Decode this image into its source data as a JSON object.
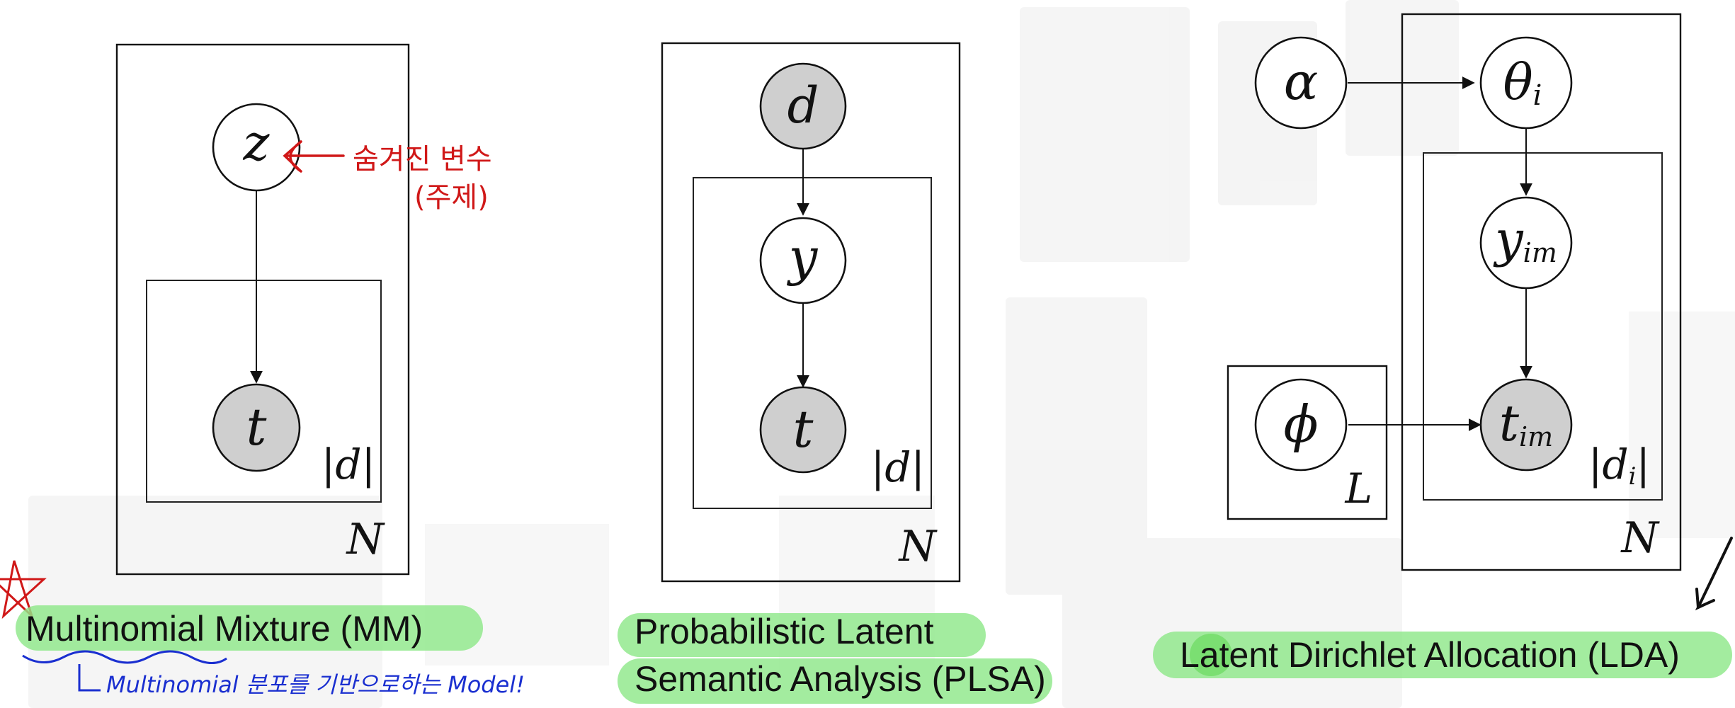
{
  "diagrams": {
    "mm": {
      "nodes": {
        "z": "z",
        "t": "t"
      },
      "plates": {
        "inner": "|d|",
        "outer": "N"
      },
      "caption": "Multinomial Mixture (MM)",
      "annotation_red_1": "숨겨진 변수",
      "annotation_red_2": "(주제)",
      "annotation_blue": "Multinomial 분포를 기반으로하는 Model!"
    },
    "plsa": {
      "nodes": {
        "d": "d",
        "y": "y",
        "t": "t"
      },
      "plates": {
        "inner": "|d|",
        "outer": "N"
      },
      "caption_line1": "Probabilistic Latent",
      "caption_line2": "Semantic Analysis (PLSA)"
    },
    "lda": {
      "nodes": {
        "alpha": "α",
        "theta": "θ",
        "theta_sub": "i",
        "y": "y",
        "y_sub": "im",
        "phi": "ϕ",
        "t": "t",
        "t_sub": "im"
      },
      "plates": {
        "phi_plate": "L",
        "inner": "|d",
        "inner_sub": "i",
        "inner_end": "|",
        "outer": "N"
      },
      "caption": "Latent Dirichlet Allocation (LDA)"
    }
  },
  "colors": {
    "highlight": "#8fe88a",
    "observed_node": "#cfcfcf",
    "annotation_red": "#d01818",
    "annotation_blue": "#1a2fd0"
  }
}
